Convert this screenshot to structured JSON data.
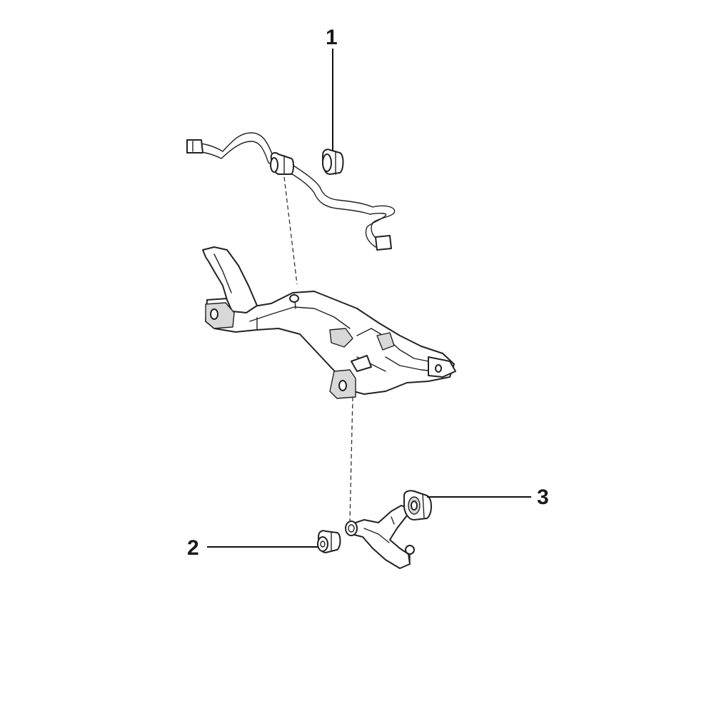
{
  "callouts": [
    {
      "id": "1",
      "label": "1"
    },
    {
      "id": "2",
      "label": "2"
    },
    {
      "id": "3",
      "label": "3"
    }
  ],
  "colors": {
    "line": "#222222",
    "shade": "#d8d8d8",
    "background": "#ffffff"
  }
}
